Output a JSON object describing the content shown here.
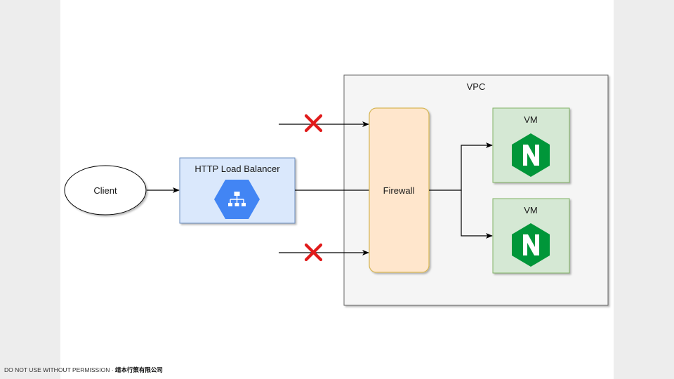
{
  "diagram": {
    "vpc_label": "VPC",
    "client_label": "Client",
    "load_balancer_label": "HTTP Load Balancer",
    "firewall_label": "Firewall",
    "vm1_label": "VM",
    "vm2_label": "VM",
    "load_balancer_icon": "load-balancer-icon",
    "vm_icon": "nginx-icon",
    "blocked_icon": "red-x-icon"
  },
  "footer": {
    "notice": "DO NOT USE WITHOUT PERMISSION · ",
    "brand": "靖本行策有限公司"
  },
  "colors": {
    "load_balancer_fill": "#dae8fc",
    "load_balancer_stroke": "#6c8ebf",
    "firewall_fill": "#ffe6cc",
    "firewall_stroke": "#d6b656",
    "vm_fill": "#d5e8d4",
    "vm_stroke": "#82b366",
    "vpc_fill": "#f5f5f5",
    "vpc_stroke": "#666666",
    "gcp_blue": "#4285f4",
    "nginx_green": "#009639",
    "blocked_red": "#e01b1b"
  }
}
